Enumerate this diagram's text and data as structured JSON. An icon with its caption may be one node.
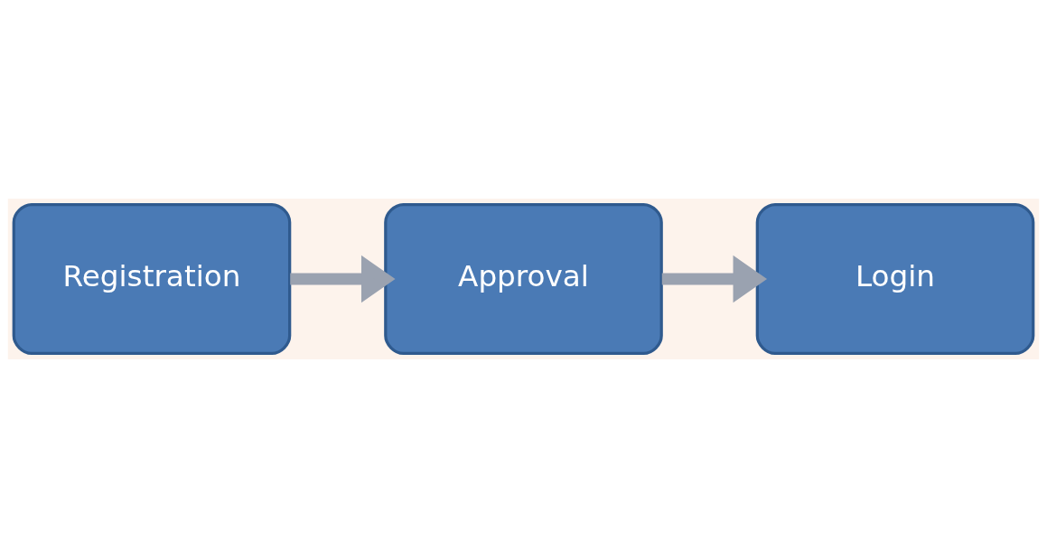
{
  "diagram": {
    "nodes": [
      {
        "text": [
          "Registration"
        ]
      },
      {
        "text": [
          "Approval"
        ]
      },
      {
        "text": [
          "Login"
        ]
      }
    ],
    "edges": [
      {
        "from": 0,
        "to": 1,
        "arrow": "to"
      },
      {
        "from": 1,
        "to": 2,
        "arrow": "to"
      }
    ]
  }
}
